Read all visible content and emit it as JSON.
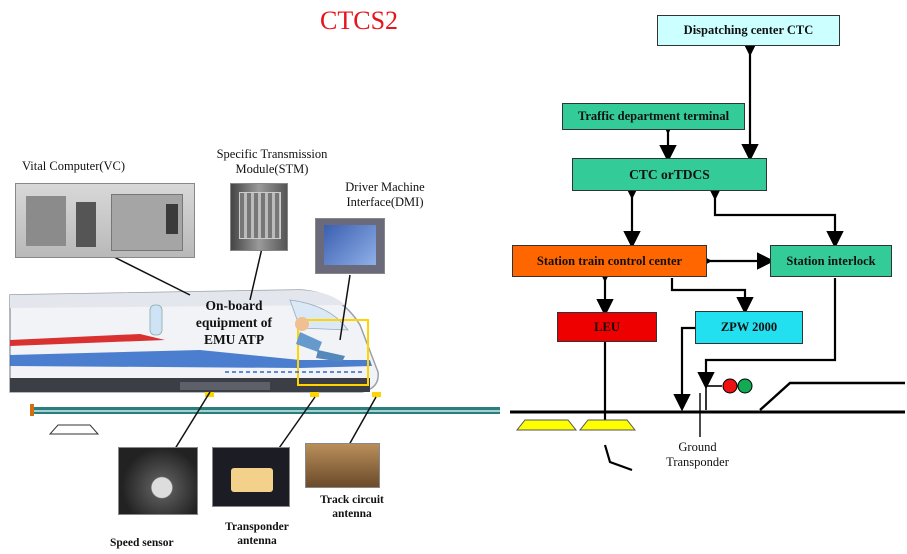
{
  "title": "CTCS2",
  "left": {
    "vital_computer": "Vital Computer(VC)",
    "stm_line1": "Specific Transmission",
    "stm_line2": "Module(STM)",
    "dmi_line1": "Driver Machine",
    "dmi_line2": "Interface(DMI)",
    "onboard_line1": "On-board",
    "onboard_line2": "equipment of",
    "onboard_line3": "EMU ATP",
    "speed_sensor": "Speed sensor",
    "transponder_line1": "Transponder",
    "transponder_line2": "antenna",
    "track_line1": "Track circuit",
    "track_line2": "antenna"
  },
  "right": {
    "dispatching": "Dispatching center CTC",
    "traffic": "Traffic department terminal",
    "ctc": "CTC orTDCS",
    "station_tcc": "Station train control center",
    "station_interlock": "Station interlock",
    "leu": "LEU",
    "zpw": "ZPW 2000",
    "ground_line1": "Ground",
    "ground_line2": "Transponder"
  },
  "colors": {
    "title": "#e8141b",
    "dispatching": "#ccffff",
    "traffic": "#33cc99",
    "ctc": "#33cc99",
    "station_tcc": "#ff6600",
    "station_interlock": "#33cc99",
    "leu": "#ee0000",
    "zpw": "#22e0f0",
    "transponder": "#ffff00"
  }
}
